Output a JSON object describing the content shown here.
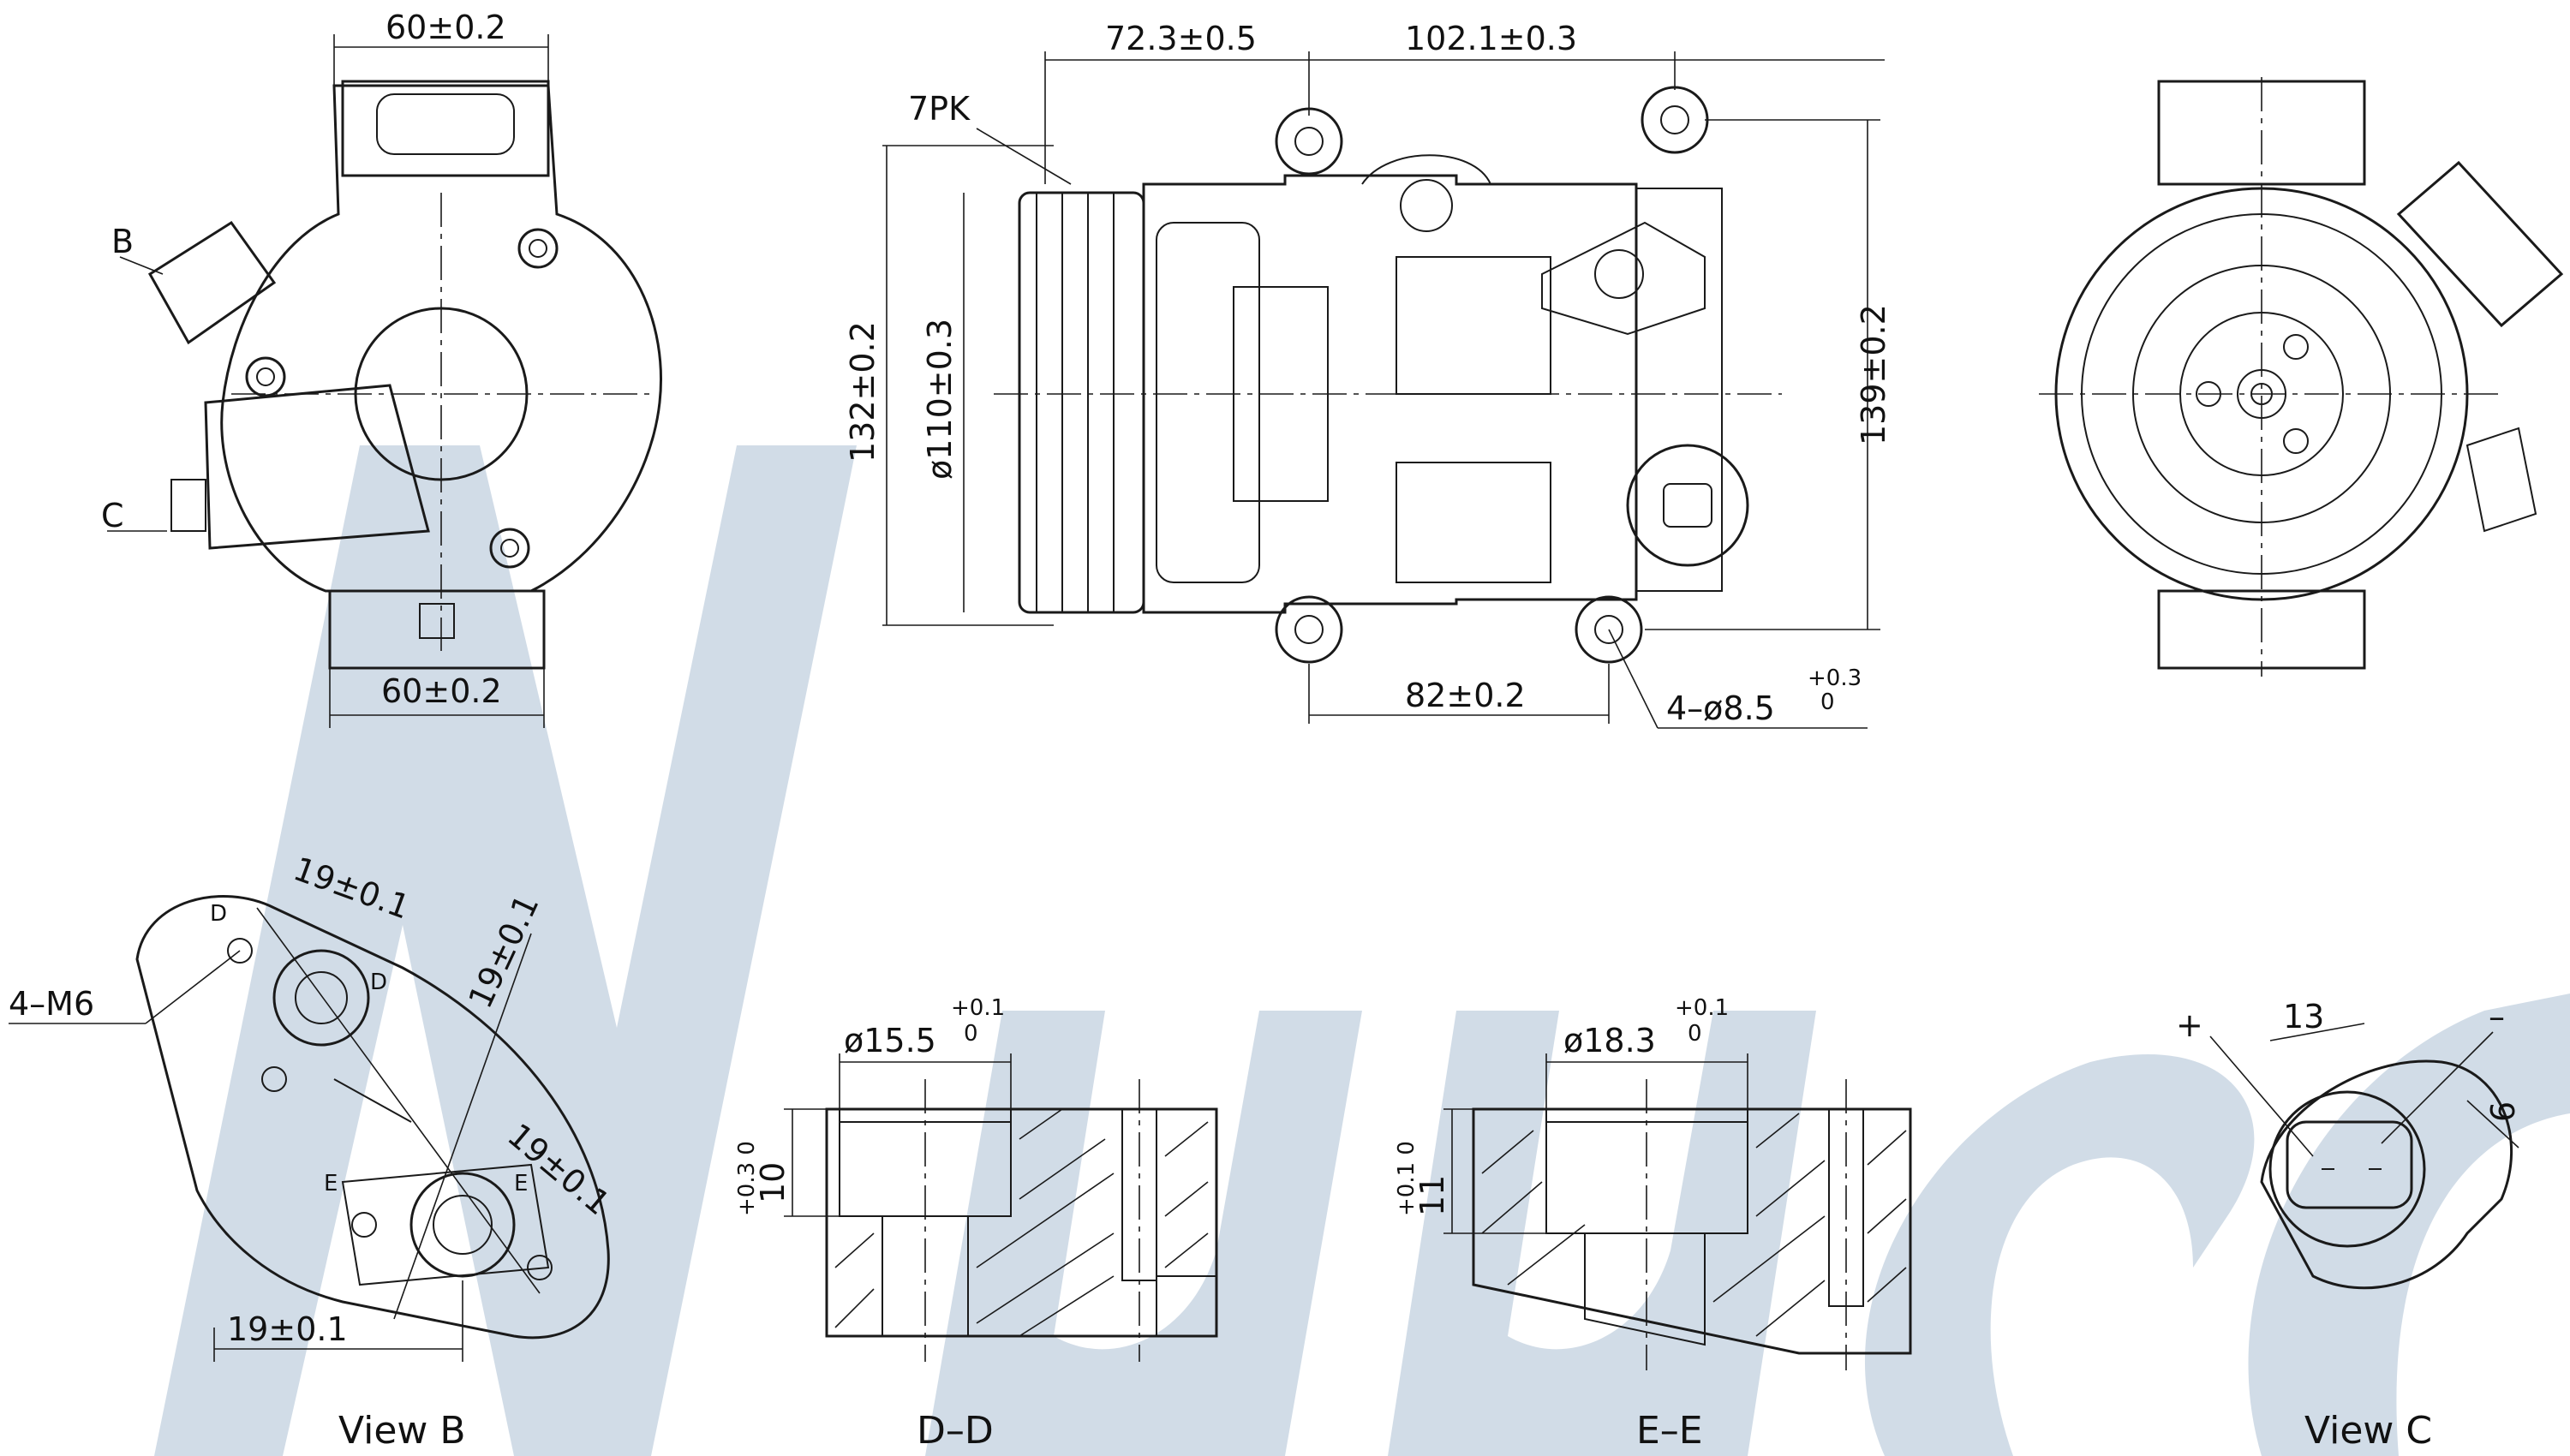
{
  "colors": {
    "watermark": "#c9d6e3",
    "line": "#1a1a1a",
    "background": "#ffffff"
  },
  "views": {
    "view_b": "View B",
    "section_dd": "D–D",
    "section_ee": "E–E",
    "view_c": "View C"
  },
  "dims": {
    "top_width": "60±0.2",
    "bottom_width": "60±0.2",
    "label_b": "B",
    "label_c": "C",
    "span_left": "72.3±0.5",
    "span_right": "102.1±0.3",
    "belt": "7PK",
    "height_132": "132±0.2",
    "dia_110": "ø110±0.3",
    "height_139": "139±0.2",
    "hole_spacing": "82±0.2",
    "holes": "4–ø8.5",
    "holes_tol_up": "+0.3",
    "holes_tol_low": "0",
    "m6": "4–M6",
    "b19a": "19±0.1",
    "b19b": "19±0.1",
    "b19c": "19±0.1",
    "b19d": "19±0.1",
    "label_d1": "D",
    "label_d2": "D",
    "label_e1": "E",
    "label_e2": "E",
    "dd_dia": "ø15.5",
    "dd_tol_up": "+0.1",
    "dd_tol_low": "0",
    "dd_depth": "10",
    "dd_depth_tol": "+0.3 0",
    "ee_dia": "ø18.3",
    "ee_tol_up": "+0.1",
    "ee_tol_low": "0",
    "ee_depth": "11",
    "ee_depth_tol": "+0.1 0",
    "c_plus": "+",
    "c_minus": "–",
    "c_13": "13",
    "c_6": "6"
  }
}
